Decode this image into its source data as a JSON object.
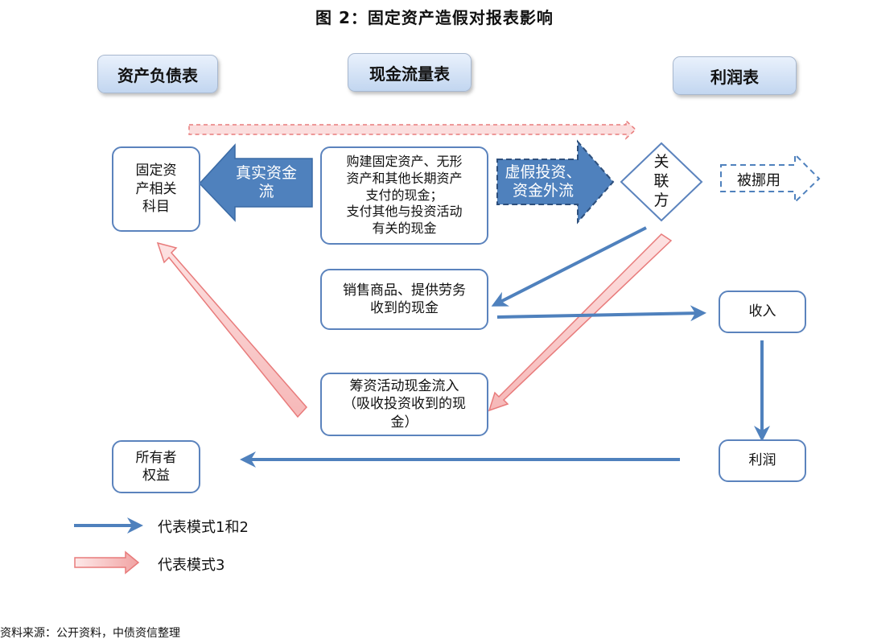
{
  "title": "图 2：固定资产造假对报表影响",
  "headers": {
    "balance_sheet": "资产负债表",
    "cash_flow": "现金流量表",
    "income_statement": "利润表"
  },
  "nodes": {
    "fixed_assets": [
      "固定资",
      "产相关",
      "科目"
    ],
    "purchase_cash": [
      "购建固定资产、无形",
      "资产和其他长期资产",
      "支付的现金；",
      "支付其他与投资活动",
      "有关的现金"
    ],
    "sales_cash": [
      "销售商品、提供劳务",
      "收到的现金"
    ],
    "financing_cash": [
      "筹资活动现金流入",
      "（吸收投资收到的现",
      "金）"
    ],
    "owners_equity": [
      "所有者",
      "权益"
    ],
    "related_party": [
      "关",
      "联",
      "方"
    ],
    "revenue": "收入",
    "profit": "利润",
    "misappropriated": "被挪用"
  },
  "arrows": {
    "real_cash_flow": [
      "真实资金",
      "流"
    ],
    "fake_investment": [
      "虚假投资、",
      "资金外流"
    ]
  },
  "legend": {
    "mode_1_2": "代表模式1和2",
    "mode_3": "代表模式3"
  },
  "colors": {
    "blue": "#4f81bd",
    "pink": "#f4a6a6",
    "box_border": "#5b83bd"
  },
  "source": "资料来源：公开资料，中债资信整理"
}
